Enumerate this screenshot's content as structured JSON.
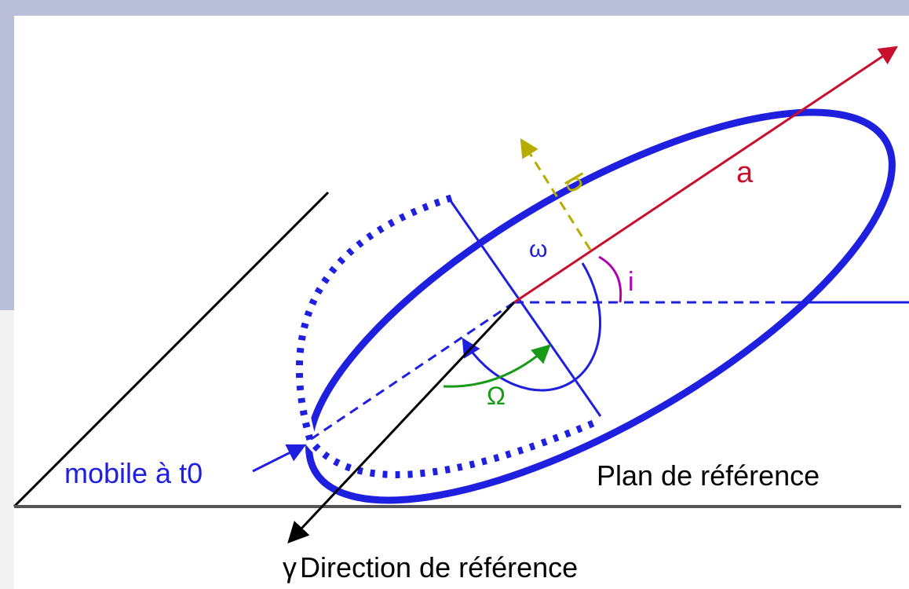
{
  "labels": {
    "semi_major_axis": "a",
    "semi_minor_axis": "b",
    "argument_of_periapsis": "ω",
    "inclination": "i",
    "ascending_node_longitude": "Ω",
    "body_at_epoch": "mobile à t0",
    "reference_plane": "Plan de référence",
    "reference_direction_symbol": "γ",
    "reference_direction": "Direction de référence"
  },
  "colors": {
    "background_top": "#b9bfd9",
    "background_bottom": "#f2f2f2",
    "orbit": "#1f1fe0",
    "semi_major_axis": "#c8102e",
    "semi_minor_axis": "#b8ac00",
    "inclination": "#b000b0",
    "ascending_node": "#179a17",
    "reference_lines": "#000000"
  }
}
